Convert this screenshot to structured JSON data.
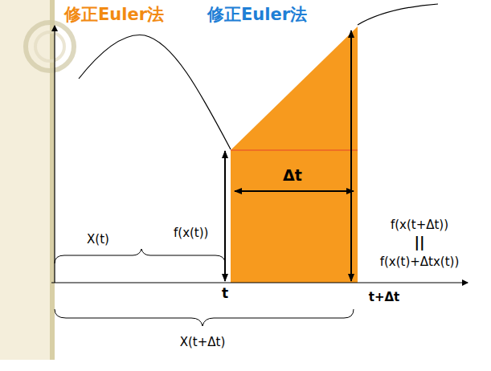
{
  "diagram": {
    "title": "修正Euler法",
    "labels": [
      "修正Euler法",
      "f(x(t+Δt))",
      "||",
      "f(x(t))",
      "f(x(t)+Δtx(t))",
      "Δt",
      "X(t)",
      "t",
      "t+Δt",
      "X(t+Δt)"
    ]
  }
}
